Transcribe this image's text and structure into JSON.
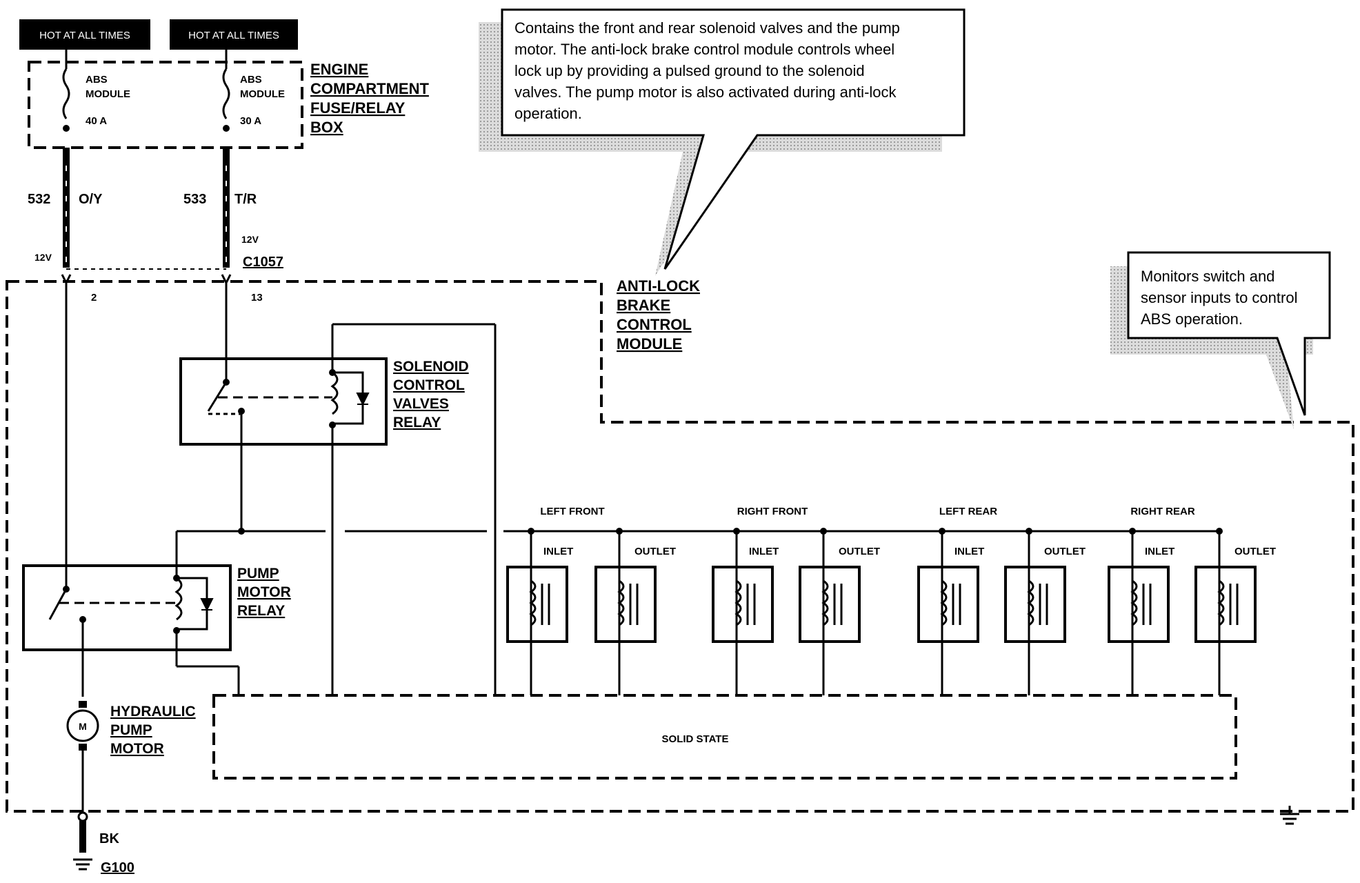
{
  "top_labels": [
    "HOT AT ALL TIMES",
    "HOT AT ALL TIMES"
  ],
  "fusebox": {
    "title_lines": [
      "ENGINE",
      "COMPARTMENT",
      "FUSE/RELAY",
      "BOX"
    ],
    "fuse1": {
      "line1": "ABS",
      "line2": "MODULE",
      "rating": "40 A"
    },
    "fuse2": {
      "line1": "ABS",
      "line2": "MODULE",
      "rating": "30 A"
    }
  },
  "wires": {
    "w1_circuit": "532",
    "w1_color": "O/Y",
    "w1_voltage": "12V",
    "w1_pin": "2",
    "w2_circuit": "533",
    "w2_color": "T/R",
    "w2_voltage": "12V",
    "w2_pin": "13",
    "connector": "C1057"
  },
  "module_title": [
    "ANTI-LOCK",
    "BRAKE",
    "CONTROL",
    "MODULE"
  ],
  "callout1": [
    "Contains the front and rear solenoid valves and the pump",
    "motor.  The anti-lock brake control module controls wheel",
    "lock up by providing a pulsed ground to the solenoid",
    "valves.  The pump motor is also activated during anti-lock",
    "operation."
  ],
  "callout2": [
    "Monitors switch and",
    "sensor inputs to control",
    "ABS operation."
  ],
  "solenoid_relay": [
    "SOLENOID",
    "CONTROL",
    "VALVES",
    "RELAY"
  ],
  "pump_relay": [
    "PUMP",
    "MOTOR",
    "RELAY"
  ],
  "hydraulic_motor": [
    "HYDRAULIC",
    "PUMP",
    "MOTOR"
  ],
  "motor_symbol": "M",
  "valve_groups": [
    "LEFT FRONT",
    "RIGHT FRONT",
    "LEFT REAR",
    "RIGHT REAR"
  ],
  "valve_labels": [
    "INLET",
    "OUTLET",
    "INLET",
    "OUTLET",
    "INLET",
    "OUTLET",
    "INLET",
    "OUTLET"
  ],
  "solid_state": "SOLID STATE",
  "ground": {
    "wire_color": "BK",
    "ground_id": "G100"
  }
}
